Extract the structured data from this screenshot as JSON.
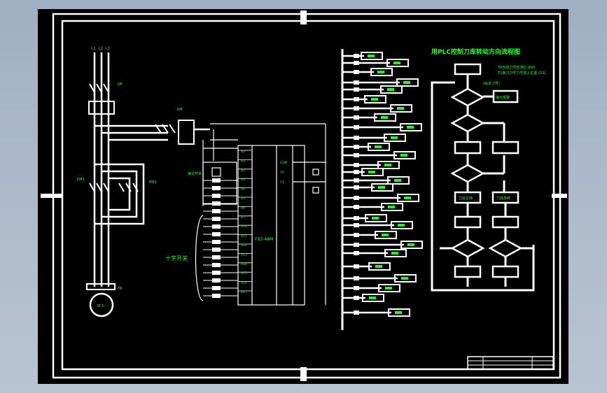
{
  "title_main": "用PLC控制刀库转动方向流程图",
  "note_t0": "T0当前刀号检测位 (D0)",
  "note_t1": "T1换刀刀号刀号放入位置 (D1)",
  "flow_input": "(给定刀号)",
  "flow_output": "输出报警",
  "flow_left_turn": "刀具正转",
  "flow_right_turn": "刀具反转",
  "switch_label": "十字开关",
  "plc_model": "FX2-48M",
  "input_terms": [
    "X0",
    "X1",
    "X2",
    "X3",
    "X4",
    "X5",
    "X6",
    "X7",
    "X10",
    "X11",
    "X12",
    "X13",
    "X14",
    "X15",
    "X16",
    "X17"
  ],
  "output_terms": [
    "COM",
    "Y0",
    "Y1"
  ],
  "motor_label": "M 3~",
  "colors": {
    "background": "#000000",
    "frame": "#ffffff",
    "accent": "#22ff22",
    "gradient_top": "#9fb0c4"
  }
}
